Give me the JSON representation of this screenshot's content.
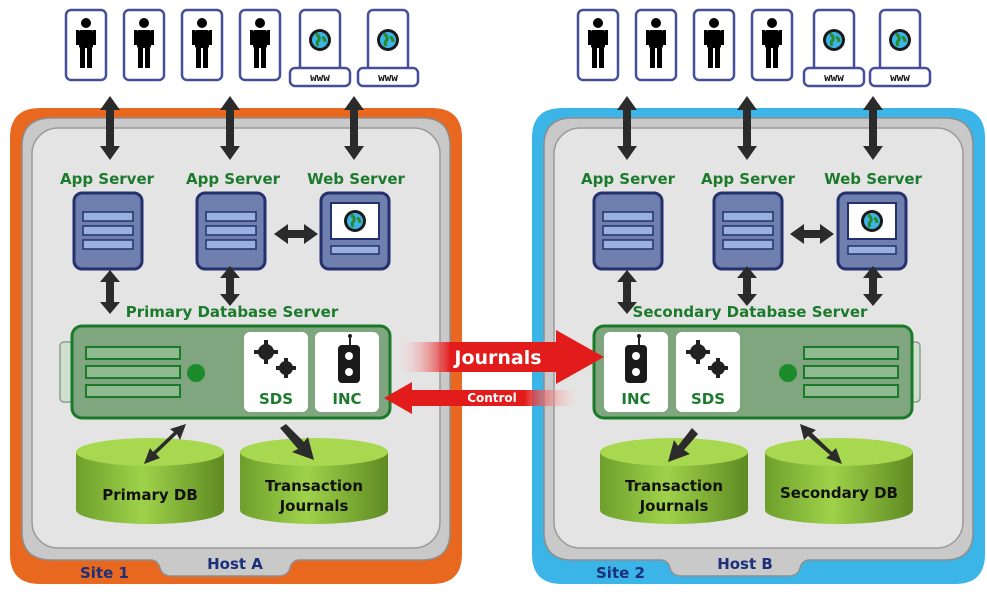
{
  "colors": {
    "site_a": "#e8681f",
    "site_b": "#3bb4e8",
    "host_frame": "#c9c9c9",
    "server_blue": "#6f7fae",
    "db_green": "#8ec43f",
    "red": "#e21b1b"
  },
  "site_a": {
    "site_label": "Site 1",
    "host_label": "Host A",
    "client_icons": [
      "person-icon",
      "person-icon",
      "person-icon",
      "person-icon",
      "globe-icon",
      "globe-icon"
    ],
    "www_labels": [
      "www",
      "www"
    ],
    "servers": [
      "App Server",
      "App Server",
      "Web Server"
    ],
    "db_server_label": "Primary Database Server",
    "tiles": [
      "SDS",
      "INC"
    ],
    "databases": [
      {
        "line1": "Primary DB",
        "line2": ""
      },
      {
        "line1": "Transaction",
        "line2": "Journals"
      }
    ]
  },
  "site_b": {
    "site_label": "Site 2",
    "host_label": "Host B",
    "client_icons": [
      "person-icon",
      "person-icon",
      "person-icon",
      "person-icon",
      "globe-icon",
      "globe-icon"
    ],
    "www_labels": [
      "www",
      "www"
    ],
    "servers": [
      "App Server",
      "App Server",
      "Web Server"
    ],
    "db_server_label": "Secondary Database Server",
    "tiles": [
      "INC",
      "SDS"
    ],
    "databases": [
      {
        "line1": "Transaction",
        "line2": "Journals"
      },
      {
        "line1": "Secondary DB",
        "line2": ""
      }
    ]
  },
  "flows": {
    "journals": "Journals",
    "control": "Control"
  }
}
